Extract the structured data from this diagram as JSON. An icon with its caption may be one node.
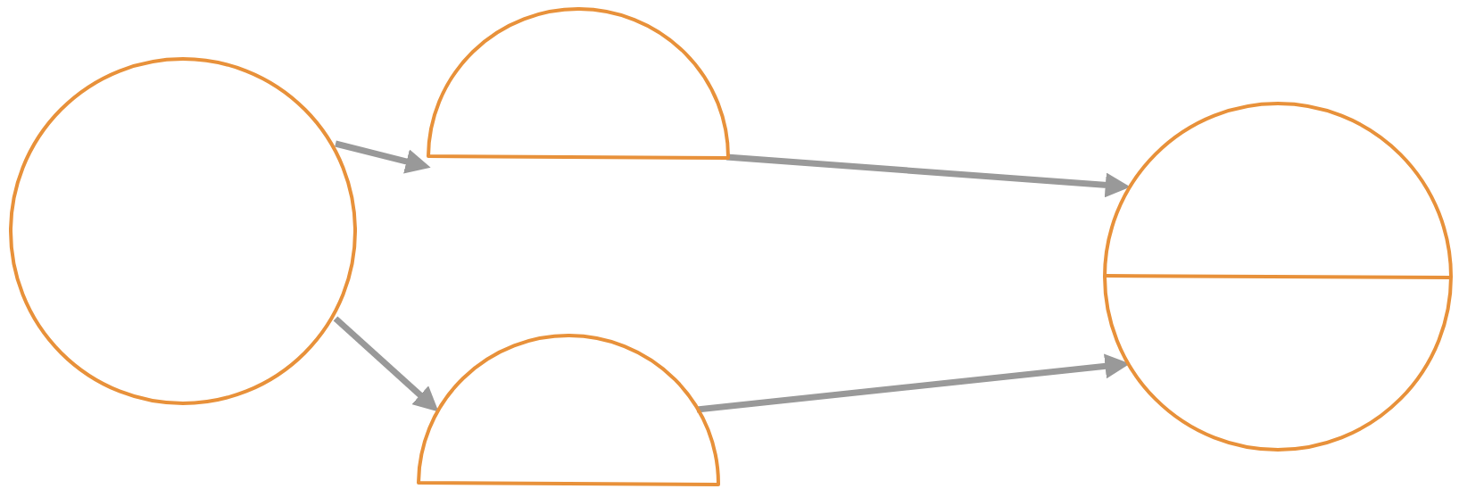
{
  "diagram": {
    "nodes": [
      {
        "text": [],
        "shape": "circle"
      },
      {
        "text": [],
        "shape": "semicircle"
      },
      {
        "text": [],
        "shape": "semicircle"
      },
      {
        "text": [],
        "shape": "circle"
      }
    ],
    "edges": [
      {
        "from": 0,
        "to": 1,
        "arrow": "to"
      },
      {
        "from": 0,
        "to": 2,
        "arrow": "to"
      },
      {
        "from": 1,
        "to": 3,
        "arrow": "to"
      },
      {
        "from": 2,
        "to": 3,
        "arrow": "to"
      }
    ]
  }
}
